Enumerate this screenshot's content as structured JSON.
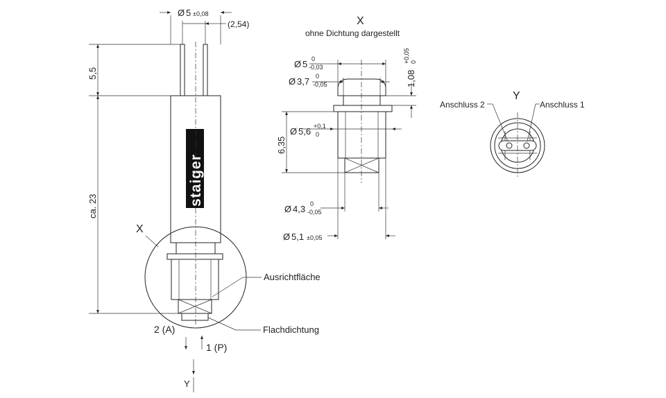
{
  "left_view": {
    "dim_diameter": {
      "symbol": "Ø",
      "value": "5",
      "tol": "±0,08"
    },
    "dim_pin_spacing": "(2,54)",
    "dim_pin_length": "5,5",
    "dim_total_length": "ca. 23",
    "logo": "staiger",
    "detail_label": "X",
    "label_alignment_surface": "Ausrichtfläche",
    "label_flat_seal": "Flachdichtung",
    "port_a": "2 (A)",
    "port_p": "1 (P)",
    "view_label_y": "Y"
  },
  "detail_view": {
    "title": "X",
    "subtitle": "ohne Dichtung dargestellt",
    "dim_d5": {
      "symbol": "Ø",
      "value": "5",
      "tol_upper": "0",
      "tol_lower": "-0,03"
    },
    "dim_d37": {
      "symbol": "Ø",
      "value": "3,7",
      "tol_upper": "0",
      "tol_lower": "-0,05"
    },
    "dim_h108": {
      "value": "1,08",
      "tol_upper": "+0,05",
      "tol_lower": "0"
    },
    "dim_d56": {
      "symbol": "Ø",
      "value": "5,6",
      "tol_upper": "+0,1",
      "tol_lower": "0"
    },
    "dim_h635": "6,35",
    "dim_d43": {
      "symbol": "Ø",
      "value": "4,3",
      "tol_upper": "0",
      "tol_lower": "-0,05"
    },
    "dim_d51": {
      "symbol": "Ø",
      "value": "5,1",
      "tol": "±0,05"
    }
  },
  "y_view": {
    "title": "Y",
    "label_connection_2": "Anschluss 2",
    "label_connection_1": "Anschluss 1"
  }
}
